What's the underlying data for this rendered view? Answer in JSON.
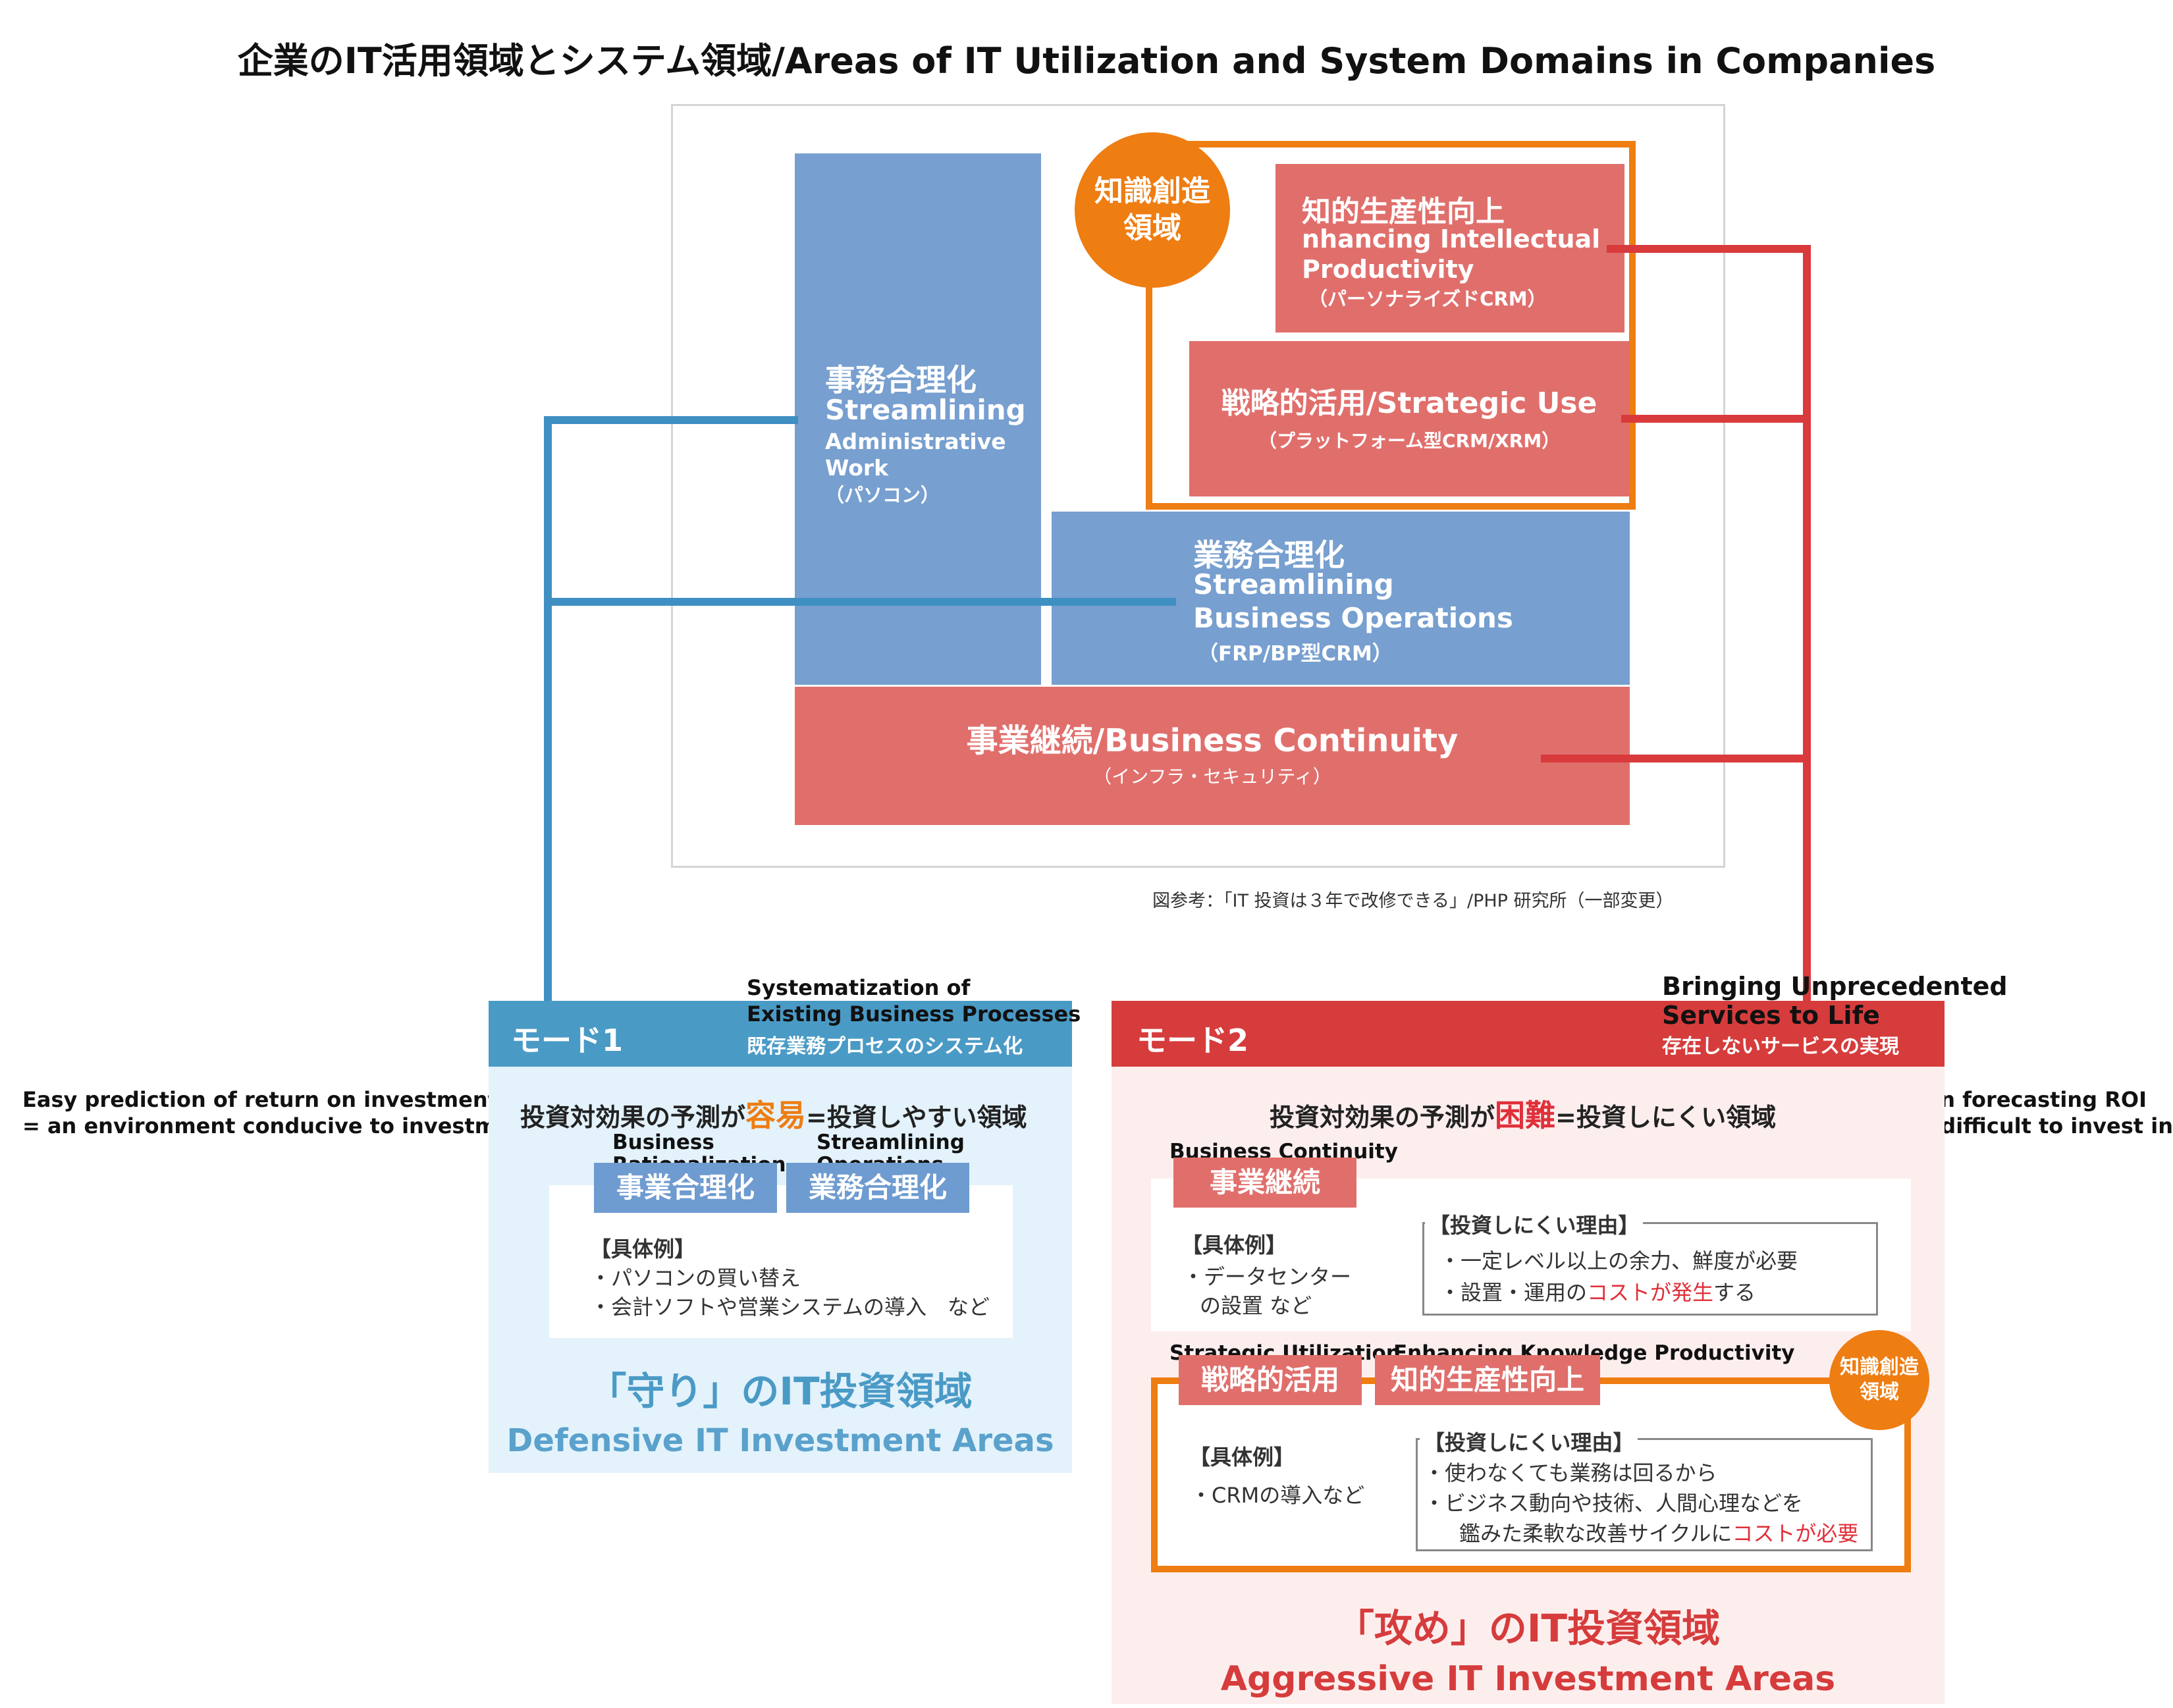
{
  "title": "企業のIT活用領域とシステム領域/Areas of IT Utilization and System Domains in Companies",
  "diagram": {
    "admin": {
      "jp": "事務合理化",
      "en1": "Streamlining",
      "en2": "Administrative",
      "en3": "Work",
      "sub": "（パソコン）"
    },
    "ops": {
      "jp": "業務合理化",
      "en1": "Streamlining",
      "en2": "Business Operations",
      "sub": "（FRP/BP型CRM）"
    },
    "continuity": {
      "label": "事業継続/Business Continuity",
      "sub": "（インフラ・セキュリティ）"
    },
    "intellectual": {
      "jp": "知的生産性向上",
      "en1": "nhancing Intellectual",
      "en2": "Productivity",
      "sub": "（パーソナライズドCRM）"
    },
    "strategic": {
      "label": "戦略的活用/Strategic Use",
      "sub": "（プラットフォーム型CRM/XRM）"
    },
    "knowledge_circle": {
      "line1": "知識創造",
      "line2": "領域"
    },
    "reference": "図参考：「IT 投資は３年で改修できる」/PHP 研究所（一部変更）"
  },
  "notes": {
    "mode1_top1": "Systematization of",
    "mode1_top2": "Existing Business Processes",
    "mode2_top1": "Bringing Unprecedented",
    "mode2_top2": "Services to Life",
    "left1": "Easy prediction of return on investment",
    "left2": "= an environment conducive to investment",
    "right1": "Difficulty in forecasting ROI",
    "right2": "= an area difficult to invest in"
  },
  "mode1": {
    "header": "モード1",
    "header_sub": "既存業務プロセスのシステム化",
    "lead_pre": "投資対効果の予測が",
    "lead_accent": "容易",
    "lead_post": "=投資しやすい領域",
    "tag1_en1": "Business",
    "tag1_en2": "Rationalization",
    "tag1": "事業合理化",
    "tag2_en1": "Streamlining",
    "tag2_en2": "Operations",
    "tag2": "業務合理化",
    "examples_title": "【具体例】",
    "example1": "・パソコンの買い替え",
    "example2": "・会計ソフトや営業システムの導入　など",
    "footer_jp": "「守り」のIT投資領域",
    "footer_en": "Defensive IT Investment Areas"
  },
  "mode2": {
    "header": "モード2",
    "header_sub": "存在しないサービスの実現",
    "lead_pre": "投資対効果の予測が",
    "lead_accent": "困難",
    "lead_post": "=投資しにくい領域",
    "c1_en": "Business Continuity",
    "c1_tag": "事業継続",
    "c1_examples_title": "【具体例】",
    "c1_example1": "・データセンター",
    "c1_example2": "の設置 など",
    "c1_reason_title": "【投資しにくい理由】",
    "c1_reason1": "・一定レベル以上の余力、鮮度が必要",
    "c1_reason2_pre": "・設置・運用の",
    "c1_reason2_red": "コストが発生",
    "c1_reason2_post": "する",
    "c2_en1": "Strategic Utilization",
    "c2_en2": "Enhancing Knowledge Productivity",
    "c2_tag1": "戦略的活用",
    "c2_tag2": "知的生産性向上",
    "c2_circle1": "知識創造",
    "c2_circle2": "領域",
    "c2_examples_title": "【具体例】",
    "c2_example1": "・CRMの導入など",
    "c2_reason_title": "【投資しにくい理由】",
    "c2_reason1": "・使わなくても業務は回るから",
    "c2_reason2": "・ビジネス動向や技術、人間心理などを",
    "c2_reason3_pre": "鑑みた柔軟な改善サイクルに",
    "c2_reason3_red": "コストが必要",
    "footer_jp": "「攻め」のIT投資領域",
    "footer_en": "Aggressive IT Investment Areas"
  },
  "colors": {
    "blue_block": "#779fcf",
    "red_block": "#e06f6c",
    "orange": "#ee7d12",
    "blue_line": "#3f8fc3",
    "red_line": "#d93a3c"
  }
}
